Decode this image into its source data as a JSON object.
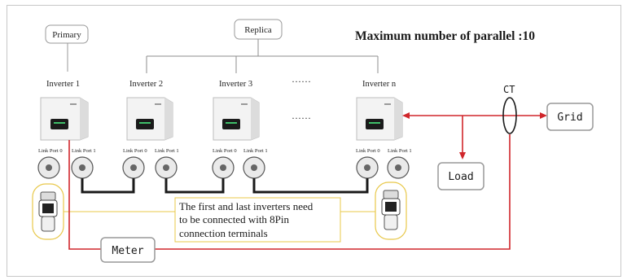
{
  "title": "Maximum number of parallel :10",
  "labels": {
    "primary": "Primary",
    "replica": "Replica",
    "ct": "CT",
    "grid": "Grid",
    "load": "Load",
    "meter": "Meter",
    "ellipsis": "······"
  },
  "inverters": [
    {
      "name": "Inverter 1",
      "port0": "Link Port 0",
      "port1": "Link Port 1"
    },
    {
      "name": "Inverter 2",
      "port0": "Link Port 0",
      "port1": "Link Port 1"
    },
    {
      "name": "Inverter 3",
      "port0": "Link Port 0",
      "port1": "Link Port 1"
    },
    {
      "name": "Inverter n",
      "port0": "Link Port 0",
      "port1": "Link Port 1"
    }
  ],
  "note": {
    "line1": "The first and last inverters need",
    "line2": "to be connected with 8Pin",
    "line3": "connection terminals"
  },
  "colors": {
    "red_wire": "#d0262b",
    "black_wire": "#1a1a1a",
    "note_border": "#e8c84a",
    "bracket": "#8c8c8c"
  }
}
